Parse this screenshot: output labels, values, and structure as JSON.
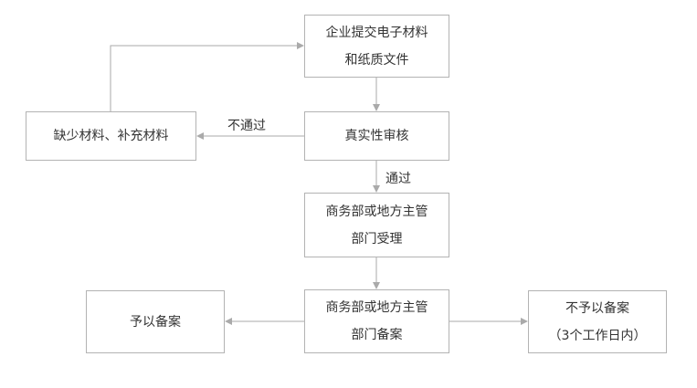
{
  "nodes": {
    "submit": {
      "line1": "企业提交电子材料",
      "line2": "和纸质文件"
    },
    "supplement": {
      "line1": "缺少材料、补充材料"
    },
    "verify": {
      "line1": "真实性审核"
    },
    "accept": {
      "line1": "商务部或地方主管",
      "line2": "部门受理"
    },
    "record": {
      "line1": "商务部或地方主管",
      "line2": "部门备案"
    },
    "approve": {
      "line1": "予以备案"
    },
    "reject": {
      "line1": "不予以备案",
      "line2": "（3个工作日内）"
    }
  },
  "edges": {
    "fail_label": "不通过",
    "pass_label": "通过"
  },
  "colors": {
    "border": "#b3b3b3",
    "line": "#aaaaaa",
    "text": "#333333"
  }
}
